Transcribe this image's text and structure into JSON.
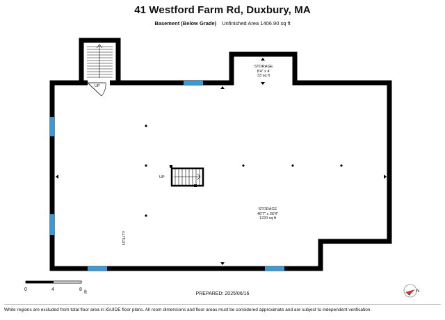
{
  "header": {
    "title": "41 Westford Farm Rd, Duxbury, MA",
    "floor_name": "Basement (Below Grade)",
    "area_text": "Unfinished Area 1406.90 sq ft"
  },
  "rooms": [
    {
      "name": "STORAGE",
      "dims": "8'4\" x 4'",
      "area": "33 sq ft"
    },
    {
      "name": "STORAGE",
      "dims": "46'7\" x 26'4\"",
      "area": "1220 sq ft"
    }
  ],
  "labels": {
    "stair_top": "UP",
    "stair_center": "UP",
    "utility": "UTILITY"
  },
  "scale": {
    "marks": [
      "0",
      "4",
      "8"
    ],
    "unit": "ft"
  },
  "prepared": "PREPARED: 2025/06/16",
  "footer": "White regions are excluded from total floor area in iGUIDE floor plans. All room dimensions and floor areas must be considered approximate and are subject to independent verification.",
  "colors": {
    "wall": "#000000",
    "window": "#3a9ad9",
    "compass_accent": "#d9322b"
  },
  "icons": [
    "compass-icon"
  ]
}
